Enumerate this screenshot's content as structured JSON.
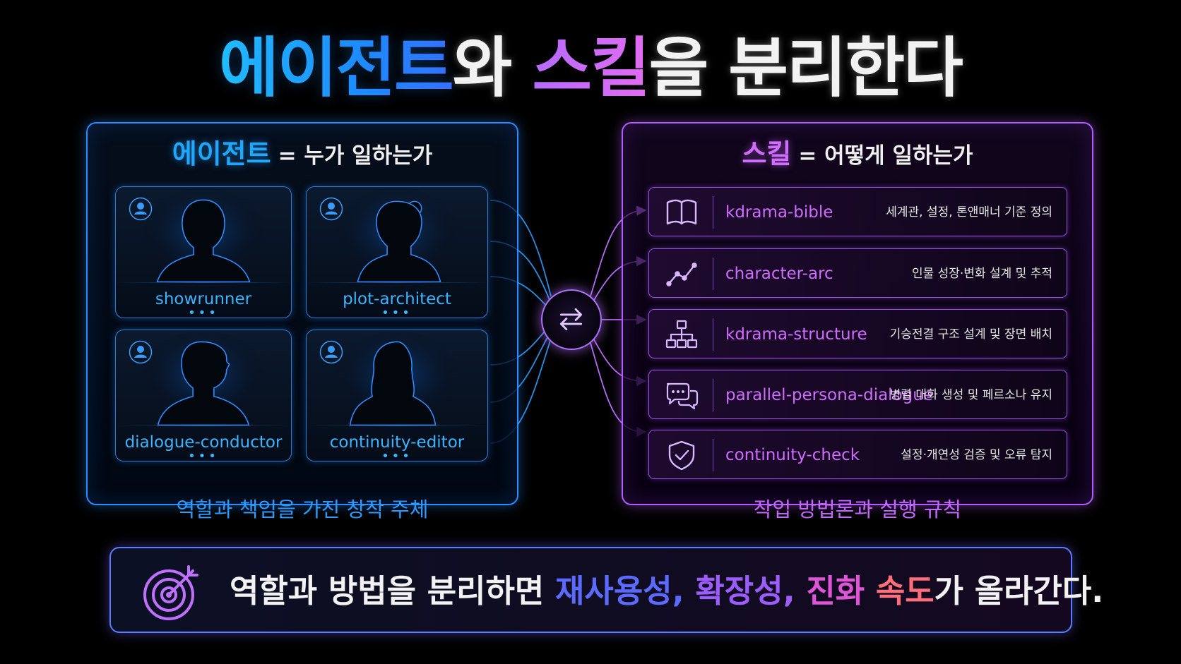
{
  "title": {
    "part1": "에이전트",
    "part2": "와 ",
    "part3": "스킬",
    "part4": "을 분리한다"
  },
  "left_panel": {
    "heading_key": "에이전트",
    "heading_rest": "= 누가 일하는가",
    "caption": "역할과 책임을 가진 창작 주체",
    "agents": [
      {
        "name": "showrunner",
        "dots": "•••",
        "icon": "male-silhouette-icon"
      },
      {
        "name": "plot-architect",
        "dots": "•••",
        "icon": "female-silhouette-icon"
      },
      {
        "name": "dialogue-conductor",
        "dots": "•••",
        "icon": "male-silhouette-icon"
      },
      {
        "name": "continuity-editor",
        "dots": "•••",
        "icon": "female-silhouette-icon"
      }
    ]
  },
  "right_panel": {
    "heading_key": "스킬",
    "heading_rest": "= 어떻게 일하는가",
    "caption": "작업 방법론과 실행 규칙",
    "skills": [
      {
        "name": "kdrama-bible",
        "desc": "세계관, 설정, 톤앤매너 기준 정의",
        "icon": "book-icon"
      },
      {
        "name": "character-arc",
        "desc": "인물 성장·변화 설계 및 추적",
        "icon": "trend-line-icon"
      },
      {
        "name": "kdrama-structure",
        "desc": "기승전결 구조 설계 및 장면 배치",
        "icon": "hierarchy-icon"
      },
      {
        "name": "parallel-persona-dialogue",
        "desc": "병렬 대화 생성 및 페르소나 유지",
        "icon": "chat-bubbles-icon"
      },
      {
        "name": "continuity-check",
        "desc": "설정·개연성 검증 및 오류 탐지",
        "icon": "shield-check-icon"
      }
    ]
  },
  "hub_icon": "swap-arrows-icon",
  "bottom": {
    "icon": "target-arrow-icon",
    "text1": "역할과 방법을 분리하면 ",
    "hl1": "재사용성, ",
    "hl2": "확장성, ",
    "hl3": "진화 ",
    "hl4": "속도",
    "text2": "가 올라간다."
  },
  "colors": {
    "agent_blue": "#1fa8ff",
    "skill_purple": "#cf6cff",
    "background": "#000000"
  }
}
